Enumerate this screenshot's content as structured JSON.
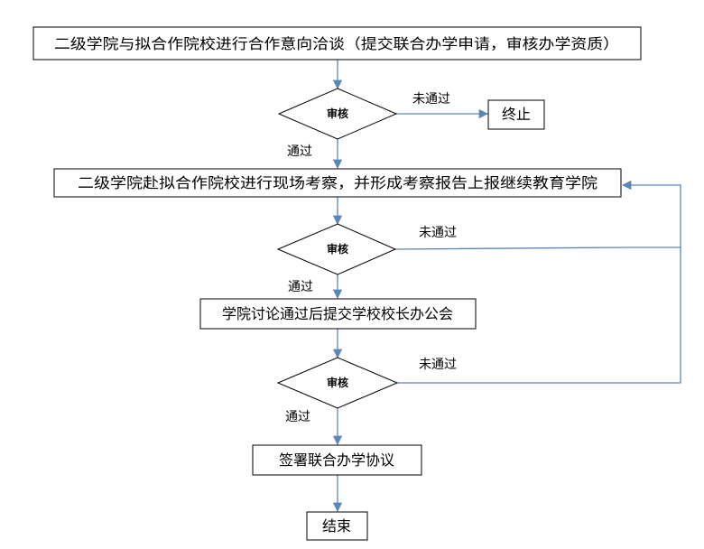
{
  "steps": {
    "s1": "二级学院与拟合作院校进行合作意向洽谈（提交联合办学申请，审核办学资质）",
    "s2": "二级学院赴拟合作院校进行现场考察，并形成考察报告上报继续教育学院",
    "s3": "学院讨论通过后提交学校校长办公会",
    "s4": "签署联合办学协议",
    "end": "结束",
    "stop": "终止"
  },
  "decisions": {
    "d1": "审核",
    "d2": "审核",
    "d3": "审核"
  },
  "labels": {
    "pass1": "通过",
    "pass2": "通过",
    "pass3": "通过",
    "fail1": "未通过",
    "fail2": "未通过",
    "fail3": "未通过"
  },
  "colors": {
    "connector": "#5b86b8",
    "box_border": "#000000"
  }
}
